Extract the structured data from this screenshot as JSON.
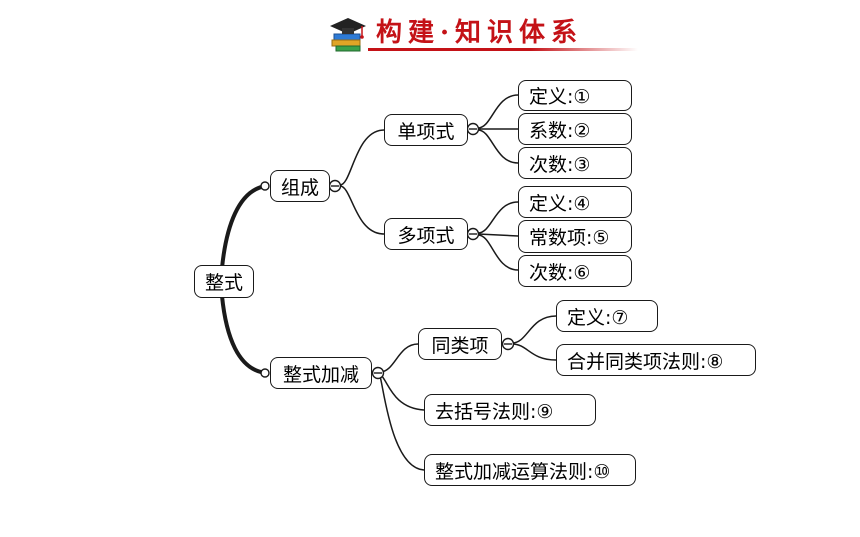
{
  "header": {
    "title": "构建·知识体系"
  },
  "mindmap": {
    "root": "整式",
    "branch1": {
      "label": "组成",
      "monomial": {
        "label": "单项式",
        "definition": "定义:①",
        "coefficient": "系数:②",
        "degree": "次数:③"
      },
      "polynomial": {
        "label": "多项式",
        "definition": "定义:④",
        "constant": "常数项:⑤",
        "degree": "次数:⑥"
      }
    },
    "branch2": {
      "label": "整式加减",
      "like_terms": {
        "label": "同类项",
        "definition": "定义:⑦",
        "rule": "合并同类项法则:⑧"
      },
      "bracket_rule": "去括号法则:⑨",
      "operation_rule": "整式加减运算法则:⑩"
    }
  },
  "colors": {
    "accent": "#c41217",
    "line": "#1a1a1a"
  }
}
